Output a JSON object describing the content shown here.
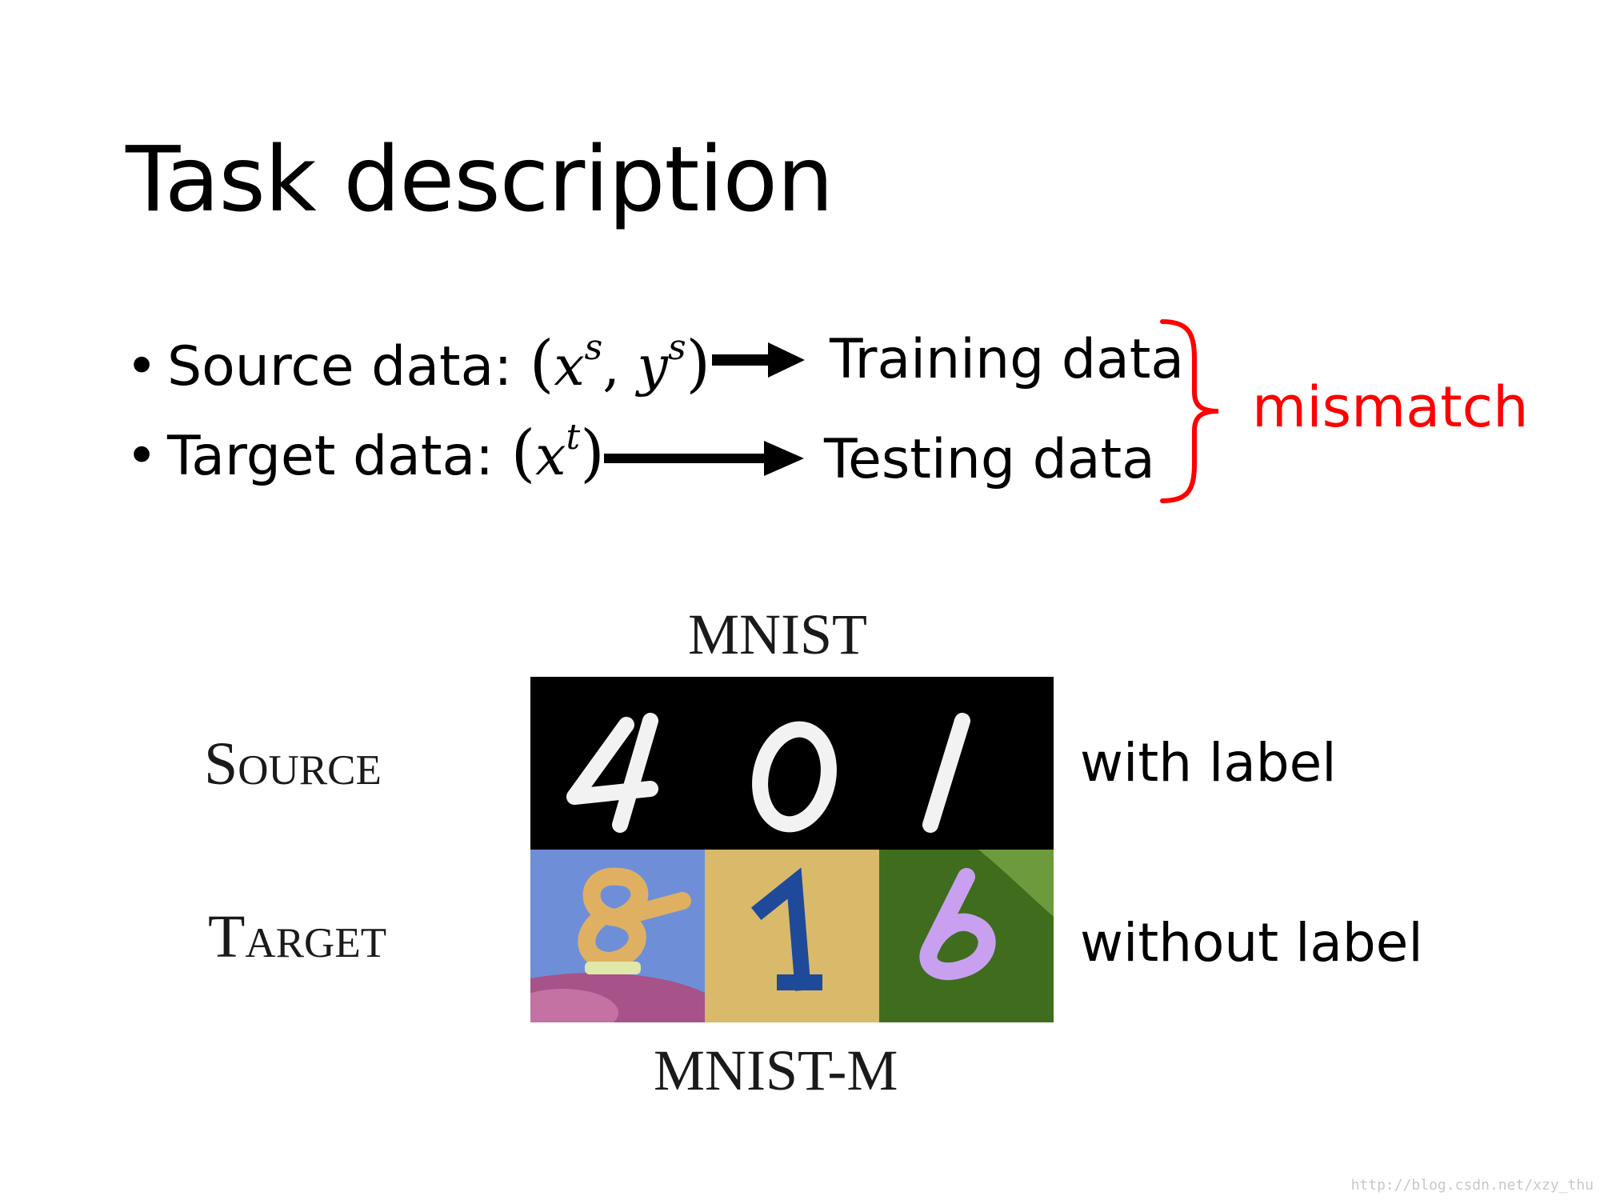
{
  "slide": {
    "title": "Task description",
    "bullets": [
      {
        "label": "Source data:",
        "math_var1": "x",
        "math_sup1": "s",
        "math_sep": ",",
        "math_var2": "y",
        "math_sup2": "s",
        "destination": "Training data"
      },
      {
        "label": "Target data:",
        "math_var1": "x",
        "math_sup1": "t",
        "destination": "Testing data"
      }
    ],
    "mismatch_label": "mismatch",
    "figure": {
      "top_caption": "MNIST",
      "bottom_caption": "MNIST-M",
      "row_source": "Source",
      "row_target": "Target",
      "source_note": "with label",
      "target_note": "without label"
    },
    "watermark": "http://blog.csdn.net/xzy_thu"
  },
  "colors": {
    "accent_red": "#ff0000",
    "arrow": "#000000",
    "source_bg": "#000000",
    "target_tile_1": "#6e8fd8",
    "target_tile_2": "#d9b96a",
    "target_tile_3": "#3f6d1d"
  }
}
